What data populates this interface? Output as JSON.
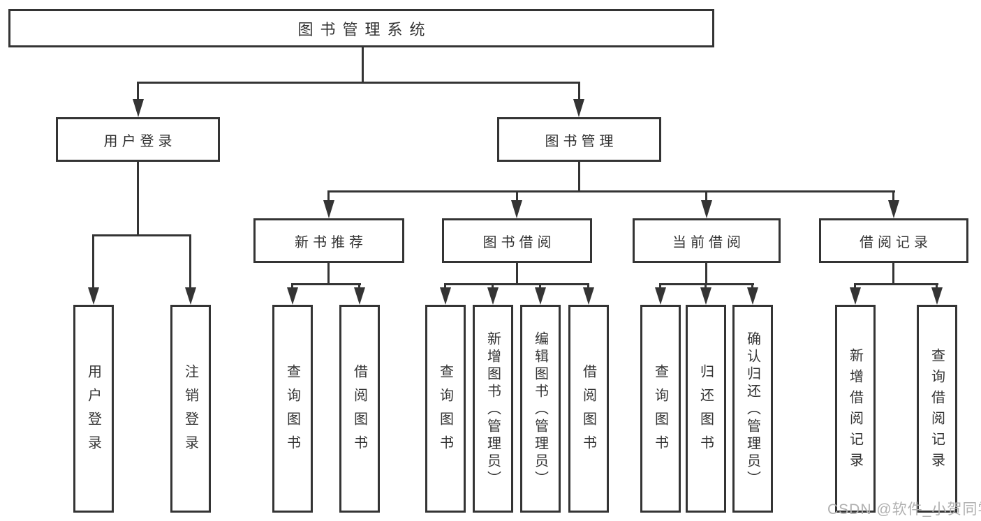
{
  "diagram_type": "tree",
  "colors": {
    "background": "#ffffff",
    "line": "#343434",
    "text": "#333333",
    "watermark_text_color": "#b0b0b0"
  },
  "tree": {
    "root": {
      "label": "图书管理系统"
    },
    "children": [
      {
        "label": "用户登录",
        "children": [
          {
            "label": "用户登录"
          },
          {
            "label": "注销登录"
          }
        ]
      },
      {
        "label": "图书管理",
        "children": [
          {
            "label": "新书推荐",
            "children": [
              {
                "label": "查询图书"
              },
              {
                "label": "借阅图书"
              }
            ]
          },
          {
            "label": "图书借阅",
            "children": [
              {
                "label": "查询图书"
              },
              {
                "label": "新增图书（管理员）"
              },
              {
                "label": "编辑图书（管理员）"
              },
              {
                "label": "借阅图书"
              }
            ]
          },
          {
            "label": "当前借阅",
            "children": [
              {
                "label": "查询图书"
              },
              {
                "label": "归还图书"
              },
              {
                "label": "确认归还（管理员）"
              }
            ]
          },
          {
            "label": "借阅记录",
            "children": [
              {
                "label": "新增借阅记录"
              },
              {
                "label": "查询借阅记录"
              }
            ]
          }
        ]
      }
    ]
  },
  "watermark": {
    "text": "CSDN @软件_小贺同学"
  }
}
